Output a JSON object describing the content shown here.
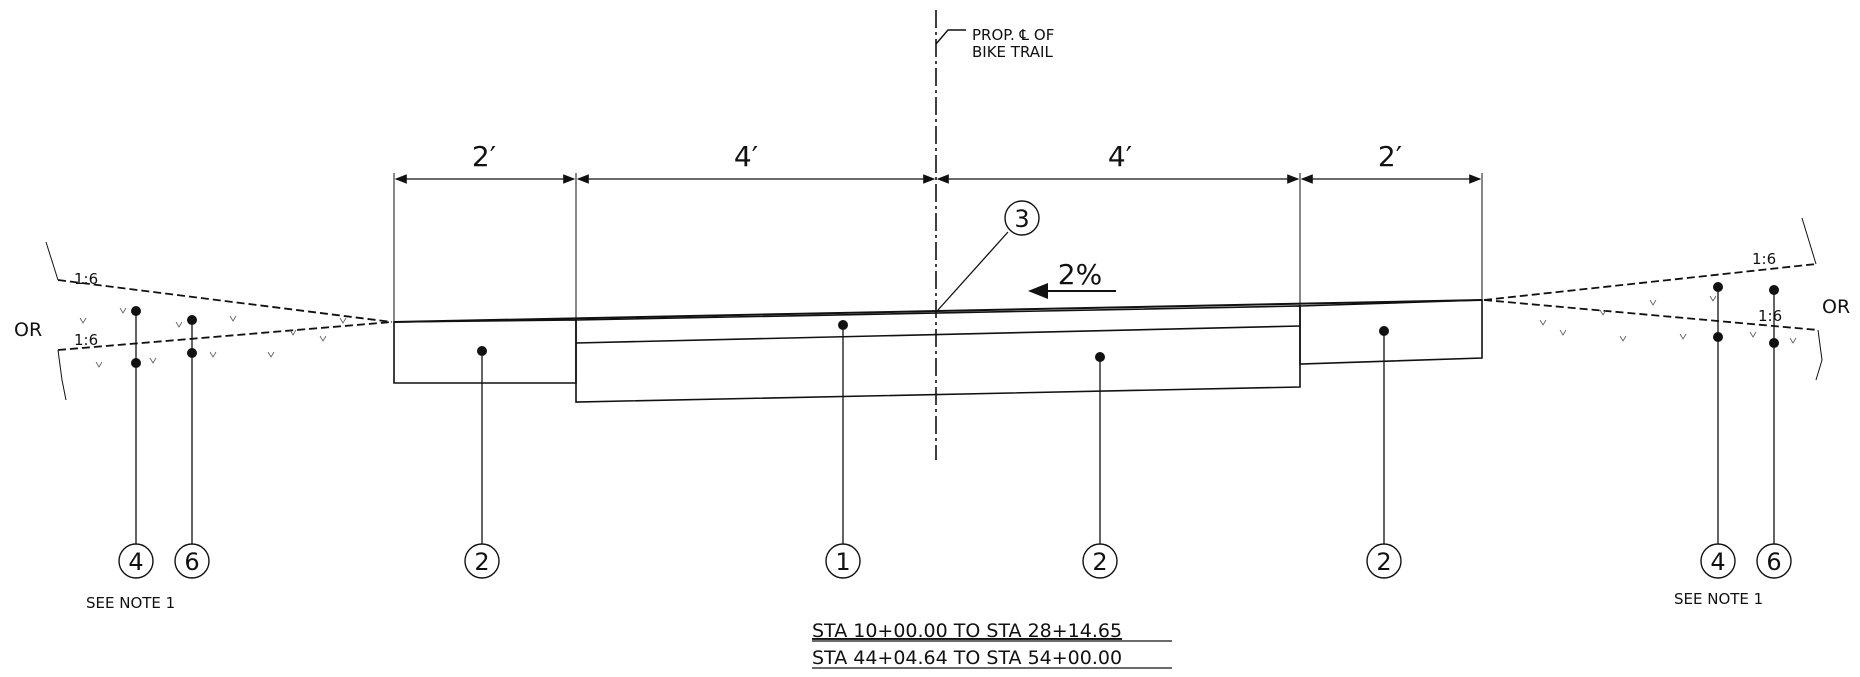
{
  "centerline_label": {
    "line1": "PROP. ℄ OF",
    "line2": "BIKE TRAIL"
  },
  "dimensions": {
    "left_shoulder": "2′",
    "left_lane": "4′",
    "right_lane": "4′",
    "right_shoulder": "2′"
  },
  "slope": {
    "cross_slope": "2%"
  },
  "side_slopes": {
    "left_upper": "1:6",
    "left_lower": "1:6",
    "right_upper": "1:6",
    "right_lower": "1:6"
  },
  "side_labels": {
    "left_or": "OR",
    "right_or": "OR"
  },
  "callouts": {
    "left_4": "4",
    "left_6": "6",
    "left_shoulder_2": "2",
    "center_1": "1",
    "center_2": "2",
    "right_shoulder_2": "2",
    "right_4": "4",
    "right_6": "6",
    "top_3": "3"
  },
  "notes": {
    "left_note": "SEE NOTE 1",
    "right_note": "SEE NOTE 1"
  },
  "stations": {
    "line1": "STA 10+00.00 TO STA 28+14.65",
    "line2": "STA 44+04.64 TO STA 54+00.00"
  }
}
